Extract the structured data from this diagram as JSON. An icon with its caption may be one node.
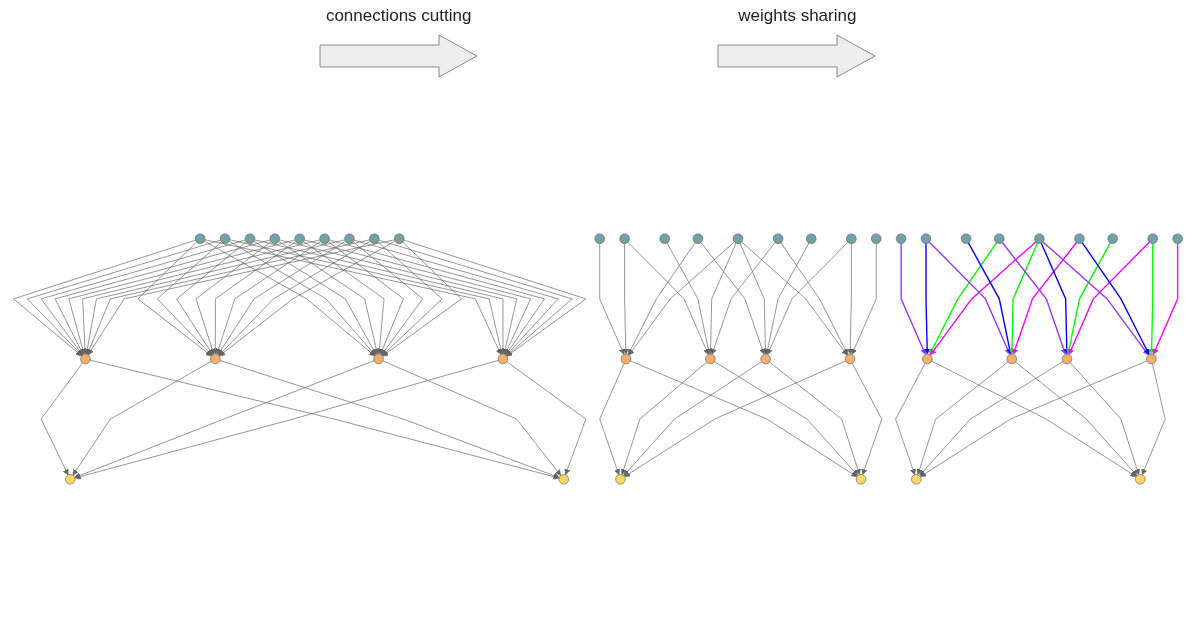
{
  "diagram": {
    "nodes": [
      {
        "text": [],
        "shape": "circle"
      },
      {
        "text": [],
        "shape": "circle"
      },
      {
        "text": [],
        "shape": "circle"
      },
      {
        "text": [],
        "shape": "circle"
      },
      {
        "text": [],
        "shape": "circle"
      },
      {
        "text": [],
        "shape": "circle"
      },
      {
        "text": [],
        "shape": "circle"
      },
      {
        "text": [],
        "shape": "circle"
      },
      {
        "text": [],
        "shape": "circle"
      },
      {
        "text": [],
        "shape": "circle"
      },
      {
        "text": [],
        "shape": "circle"
      },
      {
        "text": [],
        "shape": "circle"
      },
      {
        "text": [],
        "shape": "circle"
      },
      {
        "text": [],
        "shape": "circle"
      },
      {
        "text": [],
        "shape": "circle"
      },
      {
        "text": [],
        "shape": "circle"
      },
      {
        "text": [],
        "shape": "circle"
      },
      {
        "text": [],
        "shape": "circle"
      },
      {
        "text": [],
        "shape": "circle"
      },
      {
        "text": [],
        "shape": "circle"
      },
      {
        "text": [],
        "shape": "circle"
      },
      {
        "text": [],
        "shape": "circle"
      },
      {
        "text": [],
        "shape": "circle"
      },
      {
        "text": [],
        "shape": "circle"
      },
      {
        "text": [],
        "shape": "circle"
      },
      {
        "text": [],
        "shape": "circle"
      },
      {
        "text": [],
        "shape": "circle"
      },
      {
        "text": [],
        "shape": "circle"
      },
      {
        "text": [],
        "shape": "circle"
      },
      {
        "text": [],
        "shape": "circle"
      },
      {
        "text": [],
        "shape": "circle"
      },
      {
        "text": [],
        "shape": "circle"
      },
      {
        "text": [],
        "shape": "circle"
      },
      {
        "text": [],
        "shape": "circle"
      },
      {
        "text": [],
        "shape": "circle"
      },
      {
        "text": [],
        "shape": "circle"
      },
      {
        "text": [],
        "shape": "circle"
      },
      {
        "text": [],
        "shape": "circle"
      },
      {
        "text": [],
        "shape": "circle"
      },
      {
        "text": [],
        "shape": "circle"
      },
      {
        "text": [],
        "shape": "circle"
      },
      {
        "text": [],
        "shape": "circle"
      },
      {
        "text": [],
        "shape": "circle"
      },
      {
        "text": [],
        "shape": "circle"
      },
      {
        "text": [],
        "shape": "circle"
      }
    ],
    "edges": [
      {
        "from": 0,
        "to": 9,
        "arrow": "to"
      },
      {
        "from": 0,
        "to": 10,
        "arrow": "to"
      },
      {
        "from": 0,
        "to": 11,
        "arrow": "to"
      },
      {
        "from": 0,
        "to": 12,
        "arrow": "to"
      },
      {
        "from": 1,
        "to": 9,
        "arrow": "to"
      },
      {
        "from": 1,
        "to": 10,
        "arrow": "to"
      },
      {
        "from": 1,
        "to": 11,
        "arrow": "to"
      },
      {
        "from": 1,
        "to": 12,
        "arrow": "to"
      },
      {
        "from": 2,
        "to": 9,
        "arrow": "to"
      },
      {
        "from": 2,
        "to": 10,
        "arrow": "to"
      },
      {
        "from": 2,
        "to": 11,
        "arrow": "to"
      },
      {
        "from": 2,
        "to": 12,
        "arrow": "to"
      },
      {
        "from": 3,
        "to": 9,
        "arrow": "to"
      },
      {
        "from": 3,
        "to": 10,
        "arrow": "to"
      },
      {
        "from": 3,
        "to": 11,
        "arrow": "to"
      },
      {
        "from": 3,
        "to": 12,
        "arrow": "to"
      },
      {
        "from": 4,
        "to": 9,
        "arrow": "to"
      },
      {
        "from": 4,
        "to": 10,
        "arrow": "to"
      },
      {
        "from": 4,
        "to": 11,
        "arrow": "to"
      },
      {
        "from": 4,
        "to": 12,
        "arrow": "to"
      },
      {
        "from": 5,
        "to": 9,
        "arrow": "to"
      },
      {
        "from": 5,
        "to": 10,
        "arrow": "to"
      },
      {
        "from": 5,
        "to": 11,
        "arrow": "to"
      },
      {
        "from": 5,
        "to": 12,
        "arrow": "to"
      },
      {
        "from": 6,
        "to": 9,
        "arrow": "to"
      },
      {
        "from": 6,
        "to": 10,
        "arrow": "to"
      },
      {
        "from": 6,
        "to": 11,
        "arrow": "to"
      },
      {
        "from": 6,
        "to": 12,
        "arrow": "to"
      },
      {
        "from": 7,
        "to": 9,
        "arrow": "to"
      },
      {
        "from": 7,
        "to": 10,
        "arrow": "to"
      },
      {
        "from": 7,
        "to": 11,
        "arrow": "to"
      },
      {
        "from": 7,
        "to": 12,
        "arrow": "to"
      },
      {
        "from": 8,
        "to": 9,
        "arrow": "to"
      },
      {
        "from": 8,
        "to": 10,
        "arrow": "to"
      },
      {
        "from": 8,
        "to": 11,
        "arrow": "to"
      },
      {
        "from": 8,
        "to": 12,
        "arrow": "to"
      },
      {
        "from": 9,
        "to": 13,
        "arrow": "to"
      },
      {
        "from": 9,
        "to": 14,
        "arrow": "to"
      },
      {
        "from": 10,
        "to": 13,
        "arrow": "to"
      },
      {
        "from": 10,
        "to": 14,
        "arrow": "to"
      },
      {
        "from": 11,
        "to": 13,
        "arrow": "to"
      },
      {
        "from": 11,
        "to": 14,
        "arrow": "to"
      },
      {
        "from": 12,
        "to": 13,
        "arrow": "to"
      },
      {
        "from": 12,
        "to": 14,
        "arrow": "to"
      },
      {
        "from": 15,
        "to": 24,
        "arrow": "to"
      },
      {
        "from": 16,
        "to": 24,
        "arrow": "to"
      },
      {
        "from": 18,
        "to": 24,
        "arrow": "to"
      },
      {
        "from": 19,
        "to": 24,
        "arrow": "to"
      },
      {
        "from": 16,
        "to": 25,
        "arrow": "to"
      },
      {
        "from": 17,
        "to": 25,
        "arrow": "to"
      },
      {
        "from": 19,
        "to": 25,
        "arrow": "to"
      },
      {
        "from": 20,
        "to": 25,
        "arrow": "to"
      },
      {
        "from": 18,
        "to": 26,
        "arrow": "to"
      },
      {
        "from": 19,
        "to": 26,
        "arrow": "to"
      },
      {
        "from": 21,
        "to": 26,
        "arrow": "to"
      },
      {
        "from": 22,
        "to": 26,
        "arrow": "to"
      },
      {
        "from": 19,
        "to": 27,
        "arrow": "to"
      },
      {
        "from": 20,
        "to": 27,
        "arrow": "to"
      },
      {
        "from": 22,
        "to": 27,
        "arrow": "to"
      },
      {
        "from": 23,
        "to": 27,
        "arrow": "to"
      },
      {
        "from": 24,
        "to": 28,
        "arrow": "to"
      },
      {
        "from": 24,
        "to": 29,
        "arrow": "to"
      },
      {
        "from": 25,
        "to": 28,
        "arrow": "to"
      },
      {
        "from": 25,
        "to": 29,
        "arrow": "to"
      },
      {
        "from": 26,
        "to": 28,
        "arrow": "to"
      },
      {
        "from": 26,
        "to": 29,
        "arrow": "to"
      },
      {
        "from": 27,
        "to": 28,
        "arrow": "to"
      },
      {
        "from": 27,
        "to": 29,
        "arrow": "to"
      },
      {
        "from": 30,
        "to": 39,
        "arrow": "to",
        "color": "#9933ff"
      },
      {
        "from": 31,
        "to": 39,
        "arrow": "to",
        "color": "#0000ff"
      },
      {
        "from": 33,
        "to": 39,
        "arrow": "to",
        "color": "#00ff00"
      },
      {
        "from": 34,
        "to": 39,
        "arrow": "to",
        "color": "#ff00ff"
      },
      {
        "from": 31,
        "to": 40,
        "arrow": "to",
        "color": "#9933ff"
      },
      {
        "from": 32,
        "to": 40,
        "arrow": "to",
        "color": "#0000ff"
      },
      {
        "from": 34,
        "to": 40,
        "arrow": "to",
        "color": "#00ff00"
      },
      {
        "from": 35,
        "to": 40,
        "arrow": "to",
        "color": "#ff00ff"
      },
      {
        "from": 33,
        "to": 41,
        "arrow": "to",
        "color": "#9933ff"
      },
      {
        "from": 34,
        "to": 41,
        "arrow": "to",
        "color": "#0000ff"
      },
      {
        "from": 36,
        "to": 41,
        "arrow": "to",
        "color": "#00ff00"
      },
      {
        "from": 37,
        "to": 41,
        "arrow": "to",
        "color": "#ff00ff"
      },
      {
        "from": 34,
        "to": 42,
        "arrow": "to",
        "color": "#9933ff"
      },
      {
        "from": 35,
        "to": 42,
        "arrow": "to",
        "color": "#0000ff"
      },
      {
        "from": 37,
        "to": 42,
        "arrow": "to",
        "color": "#00ff00"
      },
      {
        "from": 38,
        "to": 42,
        "arrow": "to",
        "color": "#ff00ff"
      },
      {
        "from": 39,
        "to": 43,
        "arrow": "to"
      },
      {
        "from": 39,
        "to": 44,
        "arrow": "to"
      },
      {
        "from": 40,
        "to": 43,
        "arrow": "to"
      },
      {
        "from": 40,
        "to": 44,
        "arrow": "to"
      },
      {
        "from": 41,
        "to": 43,
        "arrow": "to"
      },
      {
        "from": 41,
        "to": 44,
        "arrow": "to"
      },
      {
        "from": 42,
        "to": 43,
        "arrow": "to"
      },
      {
        "from": 42,
        "to": 44,
        "arrow": "to"
      }
    ],
    "labels": [
      "connections cutting",
      "weights sharing"
    ]
  }
}
